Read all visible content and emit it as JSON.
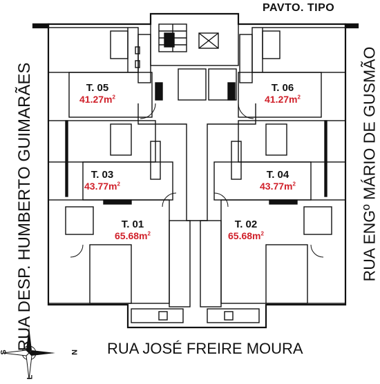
{
  "header": {
    "title": "PAVTO. TIPO"
  },
  "streets": {
    "left": "RUA DESP. HUMBERTO GUIMARÃES",
    "right": "RUA ENGº MÁRIO DE GUSMÃO",
    "bottom": "RUA JOSÉ FREIRE MOURA"
  },
  "units": [
    {
      "id": "t05",
      "name": "T. 05",
      "area": "41.27m",
      "unit": "2"
    },
    {
      "id": "t06",
      "name": "T. 06",
      "area": "41.27m",
      "unit": "2"
    },
    {
      "id": "t03",
      "name": "T. 03",
      "area": "43.77m",
      "unit": "2"
    },
    {
      "id": "t04",
      "name": "T. 04",
      "area": "43.77m",
      "unit": "2"
    },
    {
      "id": "t01",
      "name": "T. 01",
      "area": "65.68m",
      "unit": "2"
    },
    {
      "id": "t02",
      "name": "T. 02",
      "area": "65.68m",
      "unit": "2"
    }
  ],
  "compass": {
    "north": "N",
    "south": "S",
    "east": "L"
  },
  "colors": {
    "wall": "#111111",
    "area_text": "#d0202a",
    "background": "#ffffff"
  }
}
